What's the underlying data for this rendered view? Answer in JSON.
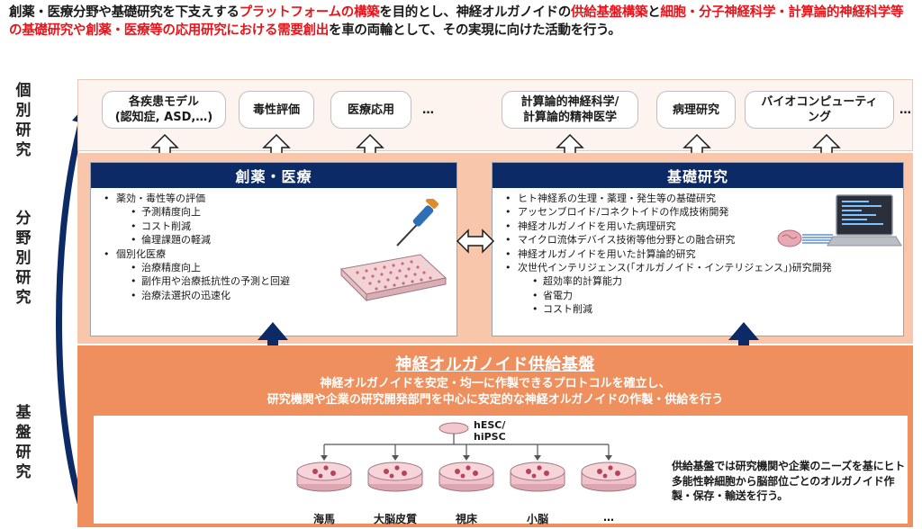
{
  "headline": {
    "p1": "創薬・医療分野や基礎研究を下支えする",
    "p2": "プラットフォームの構築",
    "p3": "を目的とし、神経オルガノイドの",
    "p4": "供給基盤構築",
    "p5": "と",
    "p6": "細胞・分子神経科学・計算論的神経科学等の基礎研究や創薬・医療等の応用研究における需要創出",
    "p7": "を車の両輪として、その実現に向けた活動を行う。"
  },
  "side_labels": {
    "individual": [
      "個",
      "別",
      "研",
      "究"
    ],
    "field": [
      "分",
      "野",
      "別",
      "研",
      "究"
    ],
    "base": [
      "基",
      "盤",
      "研",
      "究"
    ]
  },
  "individual_research": {
    "left": [
      {
        "line1": "各疾患モデル",
        "line2": "(認知症, ASD,…)"
      },
      {
        "line1": "毒性評価",
        "line2": ""
      },
      {
        "line1": "医療応用",
        "line2": ""
      }
    ],
    "right": [
      {
        "line1": "計算論的神経科学/",
        "line2": "計算論的精神医学"
      },
      {
        "line1": "病理研究",
        "line2": ""
      },
      {
        "line1": "バイオコンピューティ",
        "line2": "ング"
      }
    ],
    "ellipsis": "…"
  },
  "drug_discovery": {
    "title": "創薬・医療",
    "items": [
      {
        "level": 1,
        "text": "薬効・毒性等の評価"
      },
      {
        "level": 2,
        "text": "予測精度向上"
      },
      {
        "level": 2,
        "text": "コスト削減"
      },
      {
        "level": 2,
        "text": "倫理課題の軽減"
      },
      {
        "level": 1,
        "text": "個別化医療"
      },
      {
        "level": 2,
        "text": "治療精度向上"
      },
      {
        "level": 2,
        "text": "副作用や治療抵抗性の予測と回避"
      },
      {
        "level": 2,
        "text": "治療法選択の迅速化"
      }
    ]
  },
  "basic_research": {
    "title": "基礎研究",
    "items": [
      {
        "level": 1,
        "text": "ヒト神経系の生理・薬理・発生等の基礎研究"
      },
      {
        "level": 1,
        "text": "アッセンブロイド/コネクトイドの作成技術開発"
      },
      {
        "level": 1,
        "text": "神経オルガノイドを用いた病理研究"
      },
      {
        "level": 1,
        "text": "マイクロ流体デバイス技術等他分野との融合研究"
      },
      {
        "level": 1,
        "text": "神経オルガノイドを用いた計算論的研究"
      },
      {
        "level": 1,
        "text": "次世代インテリジェンス(「オルガノイド・インテリジェンス」)研究開発"
      },
      {
        "level": 2,
        "text": "超効率的計算能力"
      },
      {
        "level": 2,
        "text": "省電力"
      },
      {
        "level": 2,
        "text": "コスト削減"
      }
    ]
  },
  "supply_base": {
    "title": "神経オルガノイド供給基盤",
    "desc1": "神経オルガノイドを安定・均一に作製できるプロトコルを確立し、",
    "desc2": "研究機関や企業の研究開発部門を中心に安定的な神経オルガノイドの作製・供給を行う",
    "source_line1": "hESC/",
    "source_line2": "hiPSC",
    "regions": [
      "海馬",
      "大脳皮質",
      "視床",
      "小脳",
      "…"
    ],
    "note": "供給基盤では研究機関や企業のニーズを基にヒト多能性幹細胞から脳部位ごとのオルガノイド作製・保存・輸送を行う。"
  },
  "colors": {
    "navy": "#0c2a66",
    "red": "#e8141b",
    "orange": "#ee8f5d",
    "peach": "#f8c7ab",
    "pale": "#fdf4f0"
  }
}
